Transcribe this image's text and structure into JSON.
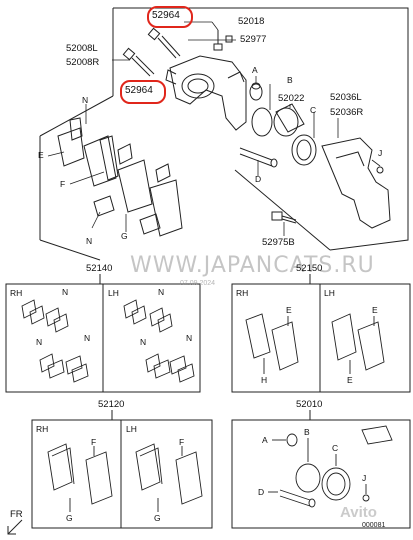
{
  "top": {
    "parts": {
      "p52964_top": "52964",
      "p52018": "52018",
      "p52977": "52977",
      "p52008": "52008L",
      "p52008r": "52008R",
      "p52964_mid": "52964",
      "p52022": "52022",
      "p52036": "52036L",
      "p52036r": "52036R",
      "p52975": "52975B"
    },
    "letters": {
      "A": "A",
      "B": "B",
      "C": "C",
      "D": "D",
      "E": "E",
      "F": "F",
      "G": "G",
      "N1": "N",
      "N2": "N",
      "J": "J"
    }
  },
  "kits": {
    "k52140": {
      "code": "52140",
      "rh": "RH",
      "lh": "LH",
      "N": "N"
    },
    "k52150": {
      "code": "52150",
      "rh": "RH",
      "lh": "LH",
      "E": "E",
      "H": "H"
    },
    "k52120": {
      "code": "52120",
      "rh": "RH",
      "lh": "LH",
      "F": "F",
      "G": "G"
    },
    "k52010": {
      "code": "52010",
      "A": "A",
      "B": "B",
      "C": "C",
      "D": "D",
      "J": "J"
    }
  },
  "watermark": {
    "text": "WWW.JAPANCATS.RU",
    "date": "07.09.2024",
    "avito": "Avito"
  },
  "orientation": "FR",
  "drawing_code": "000081"
}
